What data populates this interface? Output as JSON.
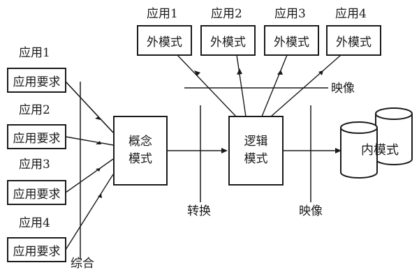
{
  "left_apps": [
    {
      "app_label": "应用1",
      "box_label": "应用要求"
    },
    {
      "app_label": "应用2",
      "box_label": "应用要求"
    },
    {
      "app_label": "应用3",
      "box_label": "应用要求"
    },
    {
      "app_label": "应用4",
      "box_label": "应用要求"
    }
  ],
  "top_apps": [
    {
      "app_label": "应用1",
      "box_label": "外模式"
    },
    {
      "app_label": "应用2",
      "box_label": "外模式"
    },
    {
      "app_label": "应用3",
      "box_label": "外模式"
    },
    {
      "app_label": "应用4",
      "box_label": "外模式"
    }
  ],
  "conceptual_model": {
    "line1": "概念",
    "line2": "模式"
  },
  "logical_model": {
    "line1": "逻辑",
    "line2": "模式"
  },
  "internal_model": "内模式",
  "labels": {
    "integrate": "综合",
    "transform": "转换",
    "mapping_bottom": "映像",
    "mapping_top": "映像"
  }
}
